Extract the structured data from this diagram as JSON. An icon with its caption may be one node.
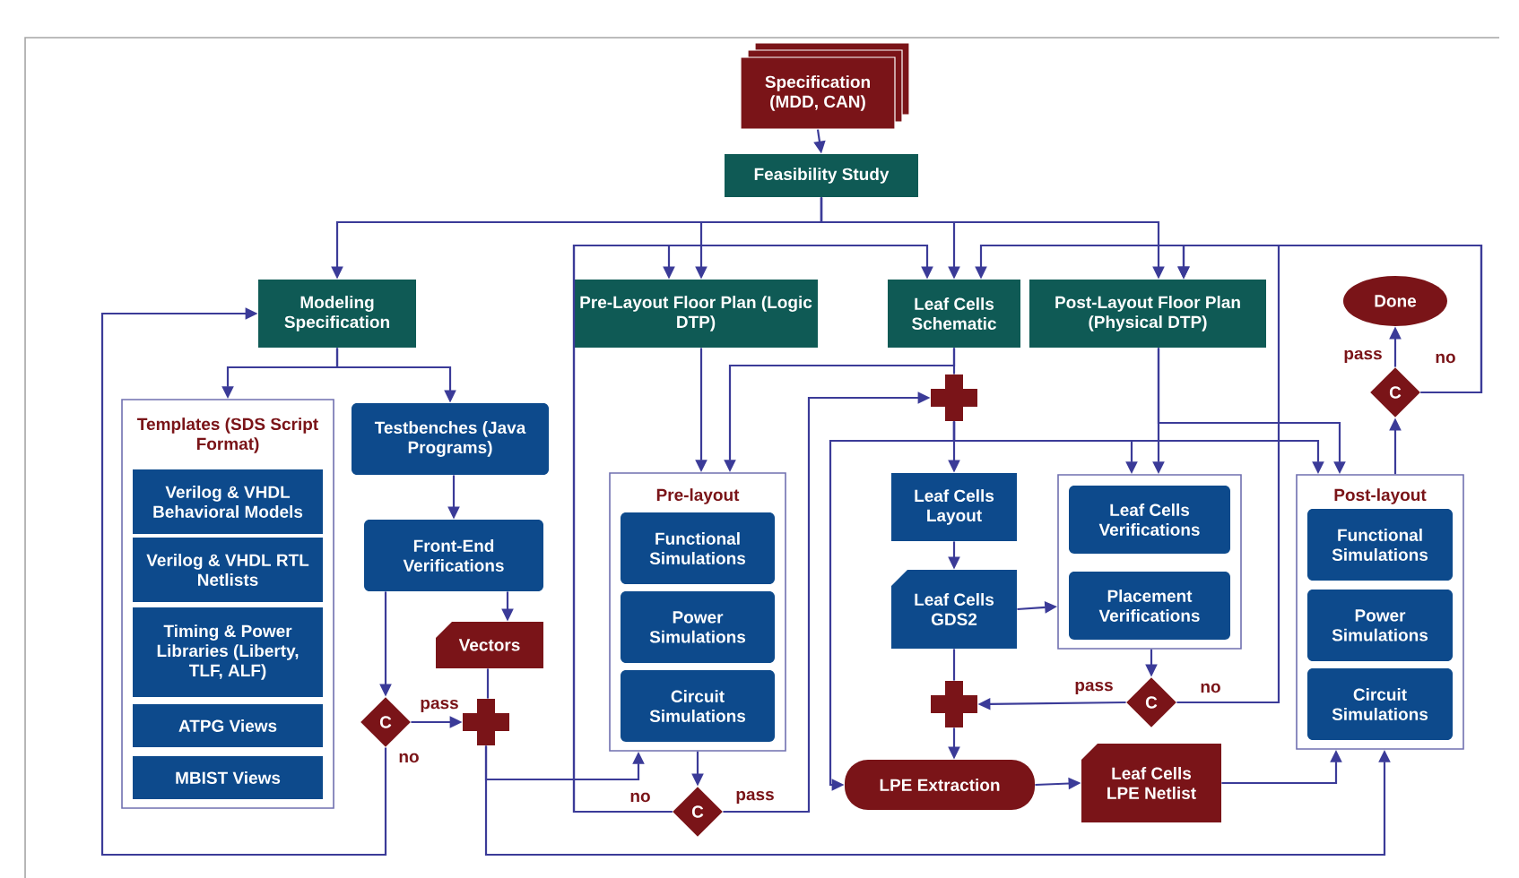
{
  "diagram": {
    "nodes": [
      {
        "text": [
          "Specification (MDD, CAN)"
        ]
      },
      {
        "text": [
          "Feasibility Study"
        ]
      },
      {
        "text": [
          "Modeling Specification"
        ]
      },
      {
        "text": [
          "Pre-Layout Floor Plan (Logic DTP)"
        ]
      },
      {
        "text": [
          "Leaf Cells Schematic"
        ]
      },
      {
        "text": [
          "Post-Layout Floor Plan (Physical DTP)"
        ]
      },
      {
        "text": [
          "Templates (SDS Script Format)"
        ]
      },
      {
        "text": [
          "Verilog & VHDL Behavioral Models"
        ],
        "in": 6
      },
      {
        "text": [
          "Verilog & VHDL RTL Netlists"
        ],
        "in": 6
      },
      {
        "text": [
          "Timing & Power Libraries (Liberty, TLF, ALF)"
        ],
        "in": 6
      },
      {
        "text": [
          "ATPG Views"
        ],
        "in": 6
      },
      {
        "text": [
          "MBIST Views"
        ],
        "in": 6
      },
      {
        "text": [
          "Testbenches (Java Programs)"
        ]
      },
      {
        "text": [
          "Front-End Verifications"
        ]
      },
      {
        "text": [
          "Vectors"
        ]
      },
      {
        "text": [
          "C"
        ]
      },
      {
        "text": [],
        "shape": "plus"
      },
      {
        "text": [
          "Pre-layout"
        ]
      },
      {
        "text": [
          "Functional Simulations"
        ],
        "in": 17
      },
      {
        "text": [
          "Power Simulations"
        ],
        "in": 17
      },
      {
        "text": [
          "Circuit Simulations"
        ],
        "in": 17
      },
      {
        "text": [
          "C"
        ]
      },
      {
        "text": [],
        "shape": "plus"
      },
      {
        "text": [
          "Leaf Cells Layout"
        ]
      },
      {
        "text": [
          "Leaf Cells GDS2"
        ]
      },
      {
        "text": [],
        "shape": "box"
      },
      {
        "text": [
          "Leaf Cells Verifications"
        ],
        "in": 25
      },
      {
        "text": [
          "Placement Verifications"
        ],
        "in": 25
      },
      {
        "text": [
          "C"
        ]
      },
      {
        "text": [],
        "shape": "plus"
      },
      {
        "text": [
          "LPE Extraction"
        ]
      },
      {
        "text": [
          "Leaf Cells LPE Netlist"
        ]
      },
      {
        "text": [
          "Post-layout"
        ]
      },
      {
        "text": [
          "Functional Simulations"
        ],
        "in": 32
      },
      {
        "text": [
          "Power Simulations"
        ],
        "in": 32
      },
      {
        "text": [
          "Circuit Simulations"
        ],
        "in": 32
      },
      {
        "text": [
          "C"
        ]
      },
      {
        "text": [
          "Done"
        ]
      }
    ],
    "edges": [
      {
        "from": 0,
        "to": 1,
        "arrow": "to"
      },
      {
        "from": 1,
        "to": 2,
        "arrow": "to"
      },
      {
        "from": 1,
        "to": 3,
        "arrow": "to"
      },
      {
        "from": 1,
        "to": 4,
        "arrow": "to"
      },
      {
        "from": 1,
        "to": 5,
        "arrow": "to"
      },
      {
        "from": 2,
        "to": 6,
        "arrow": "to"
      },
      {
        "from": 2,
        "to": 12,
        "arrow": "to"
      },
      {
        "from": 12,
        "to": 13,
        "arrow": "to"
      },
      {
        "from": 13,
        "to": 14,
        "arrow": "to"
      },
      {
        "from": 13,
        "to": 15,
        "arrow": "to"
      },
      {
        "from": 15,
        "to": 16,
        "arrow": "to",
        "label": "pass"
      },
      {
        "from": 15,
        "to": 2,
        "arrow": "to",
        "label": "no"
      },
      {
        "from": 14,
        "to": 16,
        "arrow": "none"
      },
      {
        "from": 16,
        "to": 17,
        "arrow": "to"
      },
      {
        "from": 16,
        "to": 32,
        "arrow": "to"
      },
      {
        "from": 3,
        "to": 17,
        "arrow": "to"
      },
      {
        "from": 4,
        "to": 17,
        "arrow": "to"
      },
      {
        "from": 4,
        "to": 22,
        "arrow": "none"
      },
      {
        "from": 21,
        "to": 22,
        "arrow": "to",
        "label": "pass"
      },
      {
        "from": 21,
        "to": 3,
        "arrow": "to",
        "label": "no"
      },
      {
        "from": 21,
        "to": 4,
        "arrow": "to"
      },
      {
        "from": 17,
        "to": 21,
        "arrow": "to"
      },
      {
        "from": 22,
        "to": 23,
        "arrow": "to"
      },
      {
        "from": 22,
        "to": 25,
        "arrow": "to"
      },
      {
        "from": 22,
        "to": 32,
        "arrow": "to"
      },
      {
        "from": 22,
        "to": 30,
        "arrow": "to"
      },
      {
        "from": 5,
        "to": 25,
        "arrow": "to"
      },
      {
        "from": 5,
        "to": 32,
        "arrow": "to"
      },
      {
        "from": 23,
        "to": 24,
        "arrow": "to"
      },
      {
        "from": 24,
        "to": 25,
        "arrow": "to"
      },
      {
        "from": 24,
        "to": 29,
        "arrow": "none"
      },
      {
        "from": 25,
        "to": 28,
        "arrow": "to"
      },
      {
        "from": 28,
        "to": 29,
        "arrow": "to",
        "label": "pass"
      },
      {
        "from": 28,
        "to": 5,
        "arrow": "to",
        "label": "no"
      },
      {
        "from": 29,
        "to": 30,
        "arrow": "to"
      },
      {
        "from": 30,
        "to": 31,
        "arrow": "to"
      },
      {
        "from": 31,
        "to": 32,
        "arrow": "to"
      },
      {
        "from": 32,
        "to": 36,
        "arrow": "to"
      },
      {
        "from": 36,
        "to": 37,
        "arrow": "to",
        "label": "pass"
      },
      {
        "from": 36,
        "to": 5,
        "arrow": "to",
        "label": "no"
      },
      {
        "from": 36,
        "to": 4,
        "arrow": "to"
      }
    ]
  }
}
